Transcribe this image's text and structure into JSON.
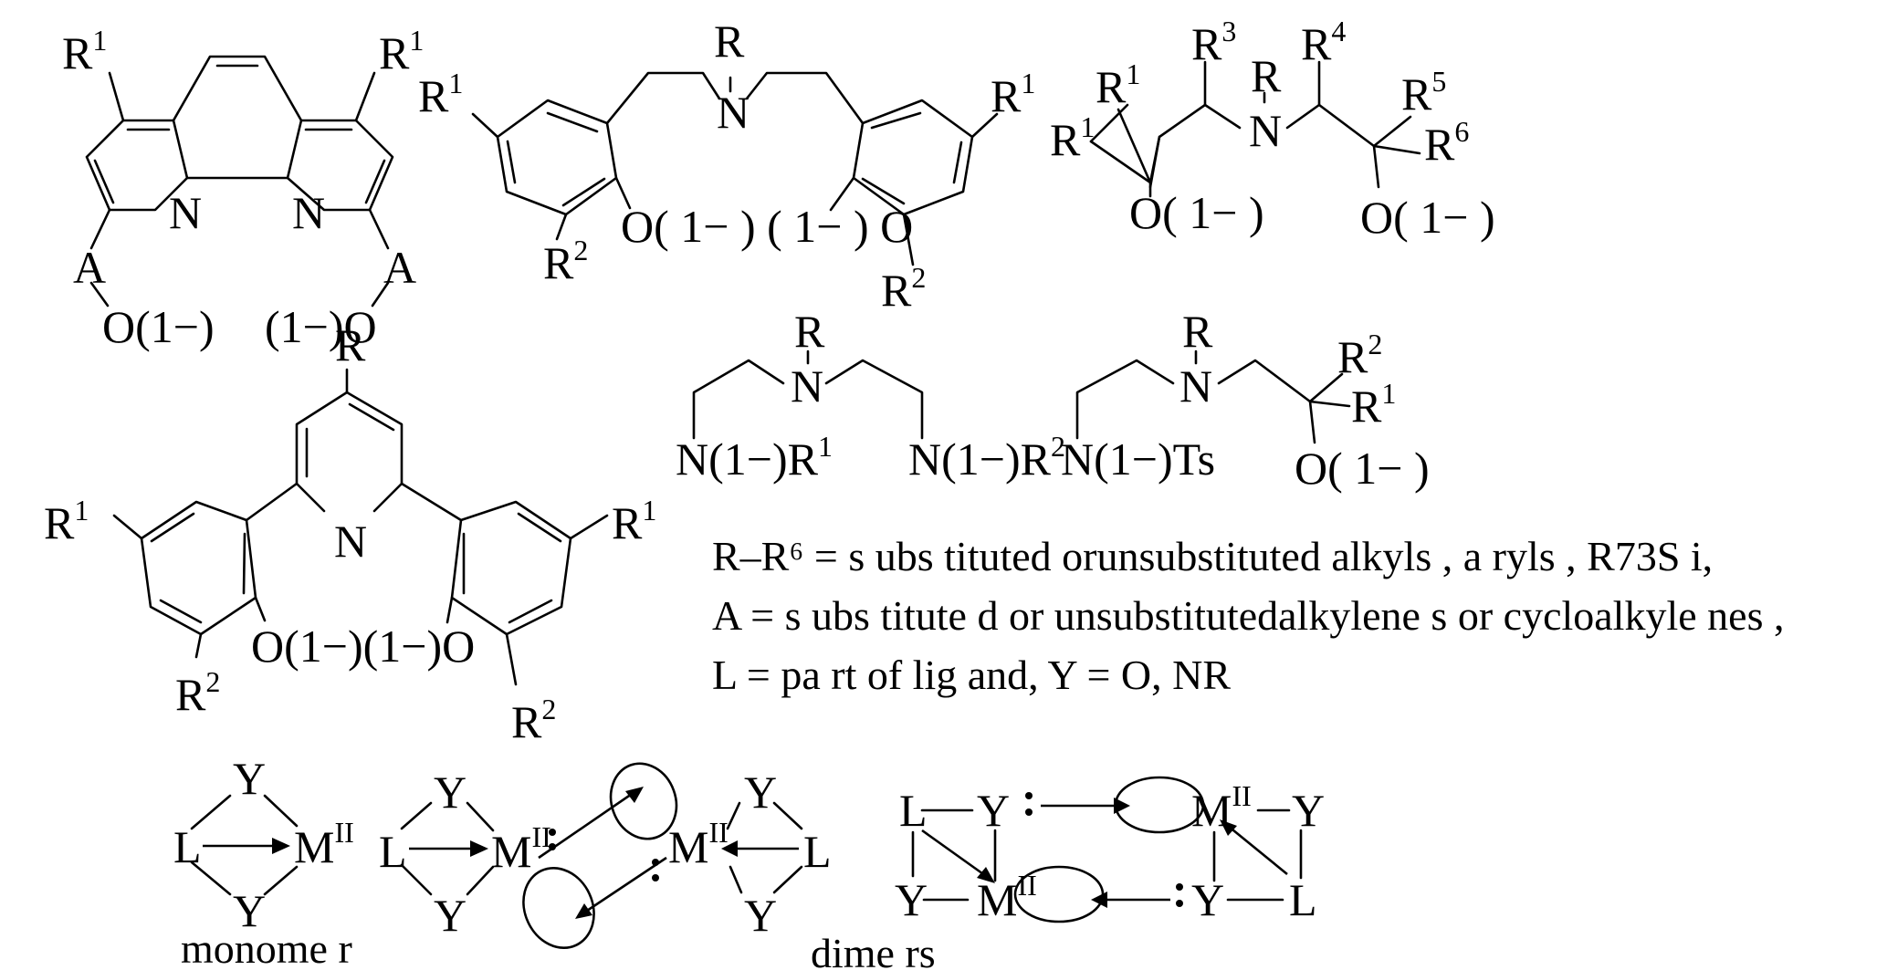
{
  "colors": {
    "ink": "#000000",
    "background": "#ffffff"
  },
  "labels": {
    "R": "R",
    "R1": "R",
    "R2": "R",
    "R3": "R",
    "R4": "R",
    "R5": "R",
    "R6": "R",
    "sup1": "1",
    "sup2": "2",
    "sup3": "3",
    "sup4": "4",
    "sup5": "5",
    "sup6": "6",
    "N": "N",
    "A": "A",
    "L": "L",
    "Y": "Y",
    "M": "M",
    "II": "II",
    "oxide": "O(1−)",
    "oxide_rev": "(1−)O",
    "oxide_spaced": "O( 1− )",
    "amide": "N(1−)",
    "ts": "Ts",
    "diphenoxide_salan": "O( 1− ) ( 1− ) O",
    "diphenoxide_pyridine": "O(1−)(1−)O"
  },
  "definitions": {
    "line1": "R–R⁶ = s ubs tituted orunsubstituted alkyls , a ryls , R73S i,",
    "line2": "A = s ubs titute d or unsubstitutedalkylene s or cycloalkyle nes ,",
    "line3": "L = pa rt of lig and, Y = O, NR"
  },
  "captions": {
    "monomer": "monome r",
    "dimers": "dime rs"
  }
}
